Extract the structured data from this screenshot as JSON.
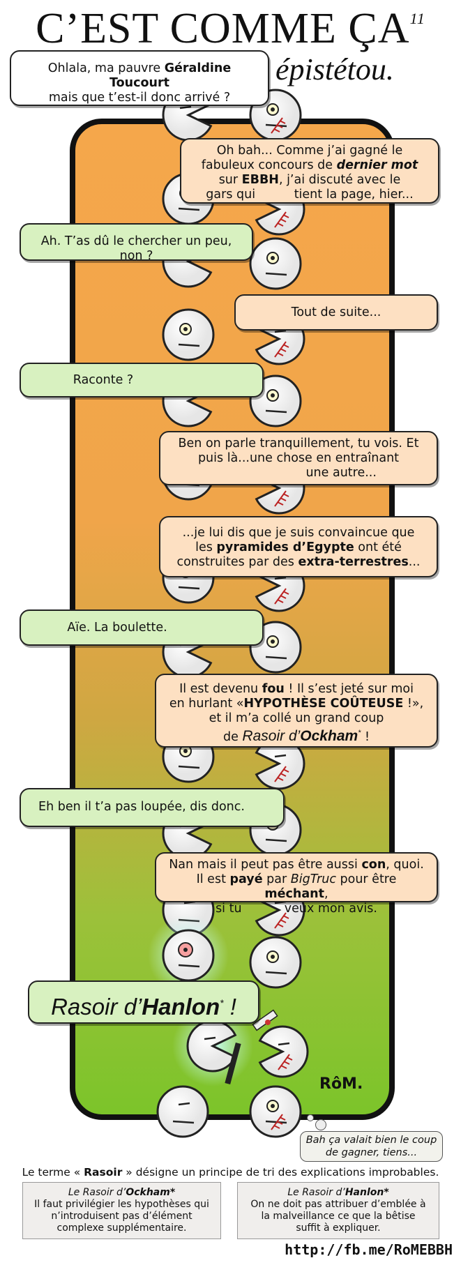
{
  "header": {
    "title": "C’EST COMME ÇA",
    "issue_number": "11",
    "subtitle": "épistétou."
  },
  "dialogue": [
    {
      "speaker": "white",
      "text": "Ohlala, ma pauvre Géraldine Toucourt mais que t’est-il donc arrivé ?"
    },
    {
      "speaker": "orange",
      "text": "Oh bah... Comme j’ai gagné le fabuleux concours de dernier mot sur EBBH, j’ai discuté avec le gars qui tient la page, hier..."
    },
    {
      "speaker": "green",
      "text": "Ah. T’as dû le chercher un peu, non ?"
    },
    {
      "speaker": "orange",
      "text": "Tout de suite..."
    },
    {
      "speaker": "green",
      "text": "Raconte ?"
    },
    {
      "speaker": "orange",
      "text": "Ben on parle tranquillement, tu vois. Et puis là...une chose en entraînant une autre..."
    },
    {
      "speaker": "orange",
      "text": "...je lui dis que je suis convaincue que les pyramides d’Egypte ont été construites par des extra-terrestres..."
    },
    {
      "speaker": "green",
      "text": "Aïe. La boulette."
    },
    {
      "speaker": "orange",
      "text": "Il est devenu fou ! Il s’est jeté sur moi en hurlant «HYPOTHÈSE COÛTEUSE !», et il m’a collé un grand coup de Rasoir d’Ockham* !"
    },
    {
      "speaker": "green",
      "text": "Eh ben il t’a pas loupée, dis donc."
    },
    {
      "speaker": "orange",
      "text": "Nan mais il peut pas être aussi con, quoi. Il est payé par BigTruc pour être méchant, si tu veux mon avis."
    },
    {
      "speaker": "green",
      "text": "Rasoir d’Hanlon* !"
    }
  ],
  "thought": "Bah ça valait bien le coup de gagner, tiens...",
  "signature": "RôM.",
  "footer": {
    "note": "Le terme « Rasoir » désigne un principe de tri des explications improbables.",
    "definitions": [
      {
        "title": "Le Rasoir d’Ockham*",
        "text": "Il faut privilégier les hypothèses qui n’introduisent pas d’élément complexe supplémentaire."
      },
      {
        "title": "Le Rasoir d’Hanlon*",
        "text": "On ne doit pas attribuer d’emblée à la malveillance ce que la bêtise suffit à expliquer."
      }
    ],
    "url": "http://fb.me/RoMEBBH"
  },
  "colors": {
    "panel_top": "#f5a74b",
    "panel_bottom": "#7cc42a",
    "orange_bubble": "#fde0c2",
    "green_bubble": "#d8f1c0"
  }
}
